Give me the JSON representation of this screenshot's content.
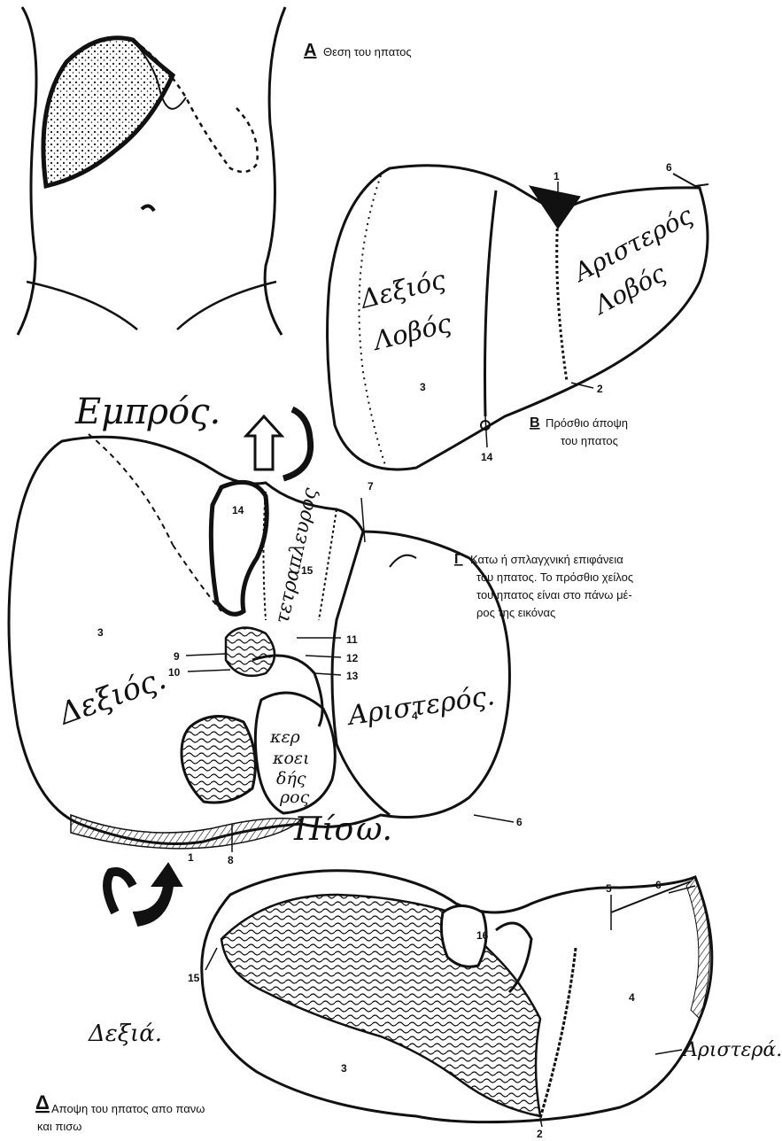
{
  "captions": {
    "a_letter": "Α",
    "a_text": "Θεση του ηπατος",
    "b_letter": "Β",
    "b_line1": "Πρόσθιο άποψη",
    "b_line2": "του ηπατος",
    "c_letter": "Γ",
    "c_line1": "Κατω ή σπλαγχνική επιφάνεια",
    "c_line2": "του ηπατος. Το πρόσθιο χείλος",
    "c_line3": "του ηπατος είναι στο πάνω μέ-",
    "c_line4": "ρος της εικόνας",
    "d_letter": "Δ",
    "d_line1": "Αποψη του ηπατος απο πανω",
    "d_line2": "και πισω"
  },
  "handwritten": {
    "right_lobe_1": "Δεξιός",
    "right_lobe_2": "Λοβός",
    "left_lobe_1": "Αριστερός",
    "left_lobe_2": "Λοβός",
    "front": "Εμπρός.",
    "back": "Πίσω.",
    "quadrate": "τετραπλευρος",
    "right": "Δεξιός.",
    "left": "Αριστερός.",
    "caudate_1": "κερ",
    "caudate_2": "κοει",
    "caudate_3": "δής",
    "caudate_4": "ρος",
    "right_d": "Δεξιά.",
    "left_d": "Αριστερά."
  },
  "markers": {
    "b": [
      "1",
      "6",
      "3",
      "2",
      "14"
    ],
    "c": [
      "14",
      "15",
      "7",
      "3",
      "9",
      "10",
      "11",
      "12",
      "13",
      "4",
      "1",
      "8",
      "6"
    ],
    "d": [
      "5",
      "6",
      "16",
      "15",
      "4",
      "3",
      "2"
    ]
  }
}
